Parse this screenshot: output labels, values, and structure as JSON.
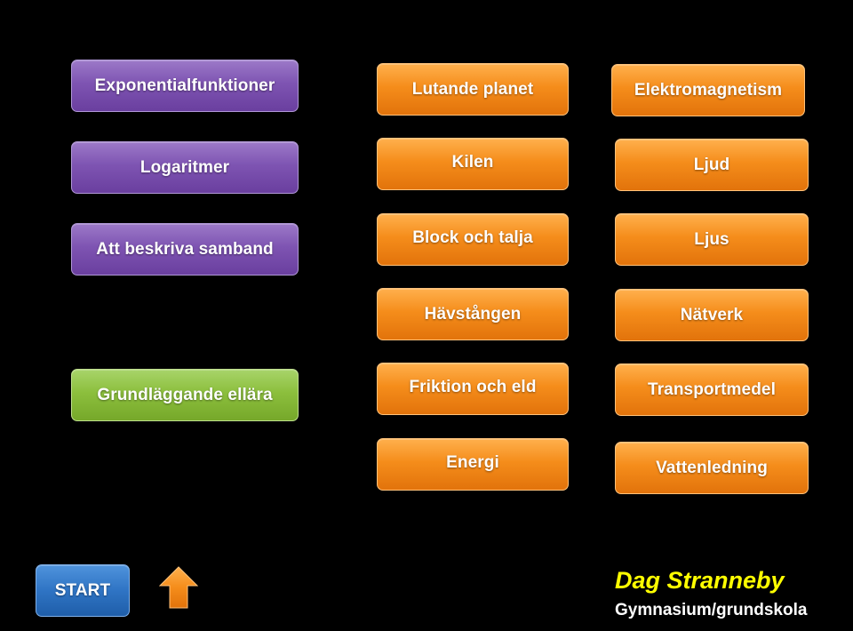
{
  "math_buttons": [
    {
      "label": "Exponentialfunktioner"
    },
    {
      "label": "Logaritmer"
    },
    {
      "label": "Att beskriva samband"
    }
  ],
  "ellara_button": {
    "label": "Grundläggande ellära"
  },
  "physics_buttons": [
    {
      "label": "Lutande planet"
    },
    {
      "label": "Kilen"
    },
    {
      "label": "Block och talja"
    },
    {
      "label": "Hävstången"
    },
    {
      "label": "Friktion och eld"
    },
    {
      "label": "Energi"
    }
  ],
  "tech_buttons": [
    {
      "label": "Elektromagnetism"
    },
    {
      "label": "Ljud"
    },
    {
      "label": "Ljus"
    },
    {
      "label": "Nätverk"
    },
    {
      "label": "Transportmedel"
    },
    {
      "label": "Vattenledning"
    }
  ],
  "nav": {
    "start_label": "START",
    "up_icon": "up-arrow-icon"
  },
  "footer": {
    "author": "Dag Stranneby",
    "subtitle": "Gymnasium/grundskola"
  },
  "colors": {
    "background": "#000000",
    "purple": "#7e54b2",
    "orange": "#f58d1b",
    "green": "#8cbf3d",
    "blue": "#2f74c4",
    "author_text": "#ffff00"
  }
}
